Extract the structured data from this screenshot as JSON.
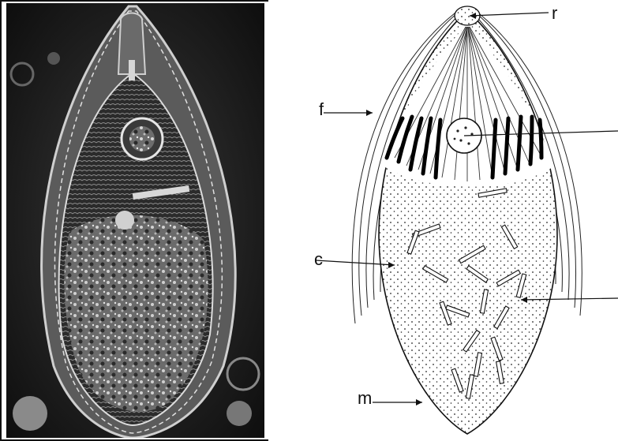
{
  "figure": {
    "labels": {
      "r": "r",
      "f": "f",
      "c": "c",
      "m": "m"
    }
  },
  "colors": {
    "background": "#ffffff",
    "photo_dark": "#1a1a1a",
    "ink": "#111111"
  }
}
